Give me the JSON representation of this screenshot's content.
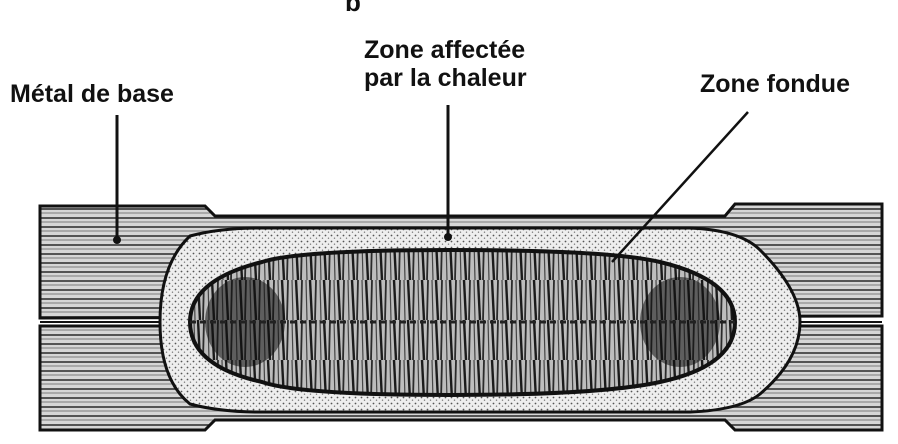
{
  "figure": {
    "letter": "b",
    "labels": {
      "base_metal": "Métal de base",
      "heat_affected_line1": "Zone affectée",
      "heat_affected_line2": "par la chaleur",
      "fused_zone": "Zone fondue"
    }
  },
  "colors": {
    "ink": "#111111",
    "metal_stripe": "#2a2a2a",
    "metal_fill": "#d9d9d9",
    "haz_fill": "#e8e8e8",
    "fusion_fill": "#cfcfcf"
  }
}
